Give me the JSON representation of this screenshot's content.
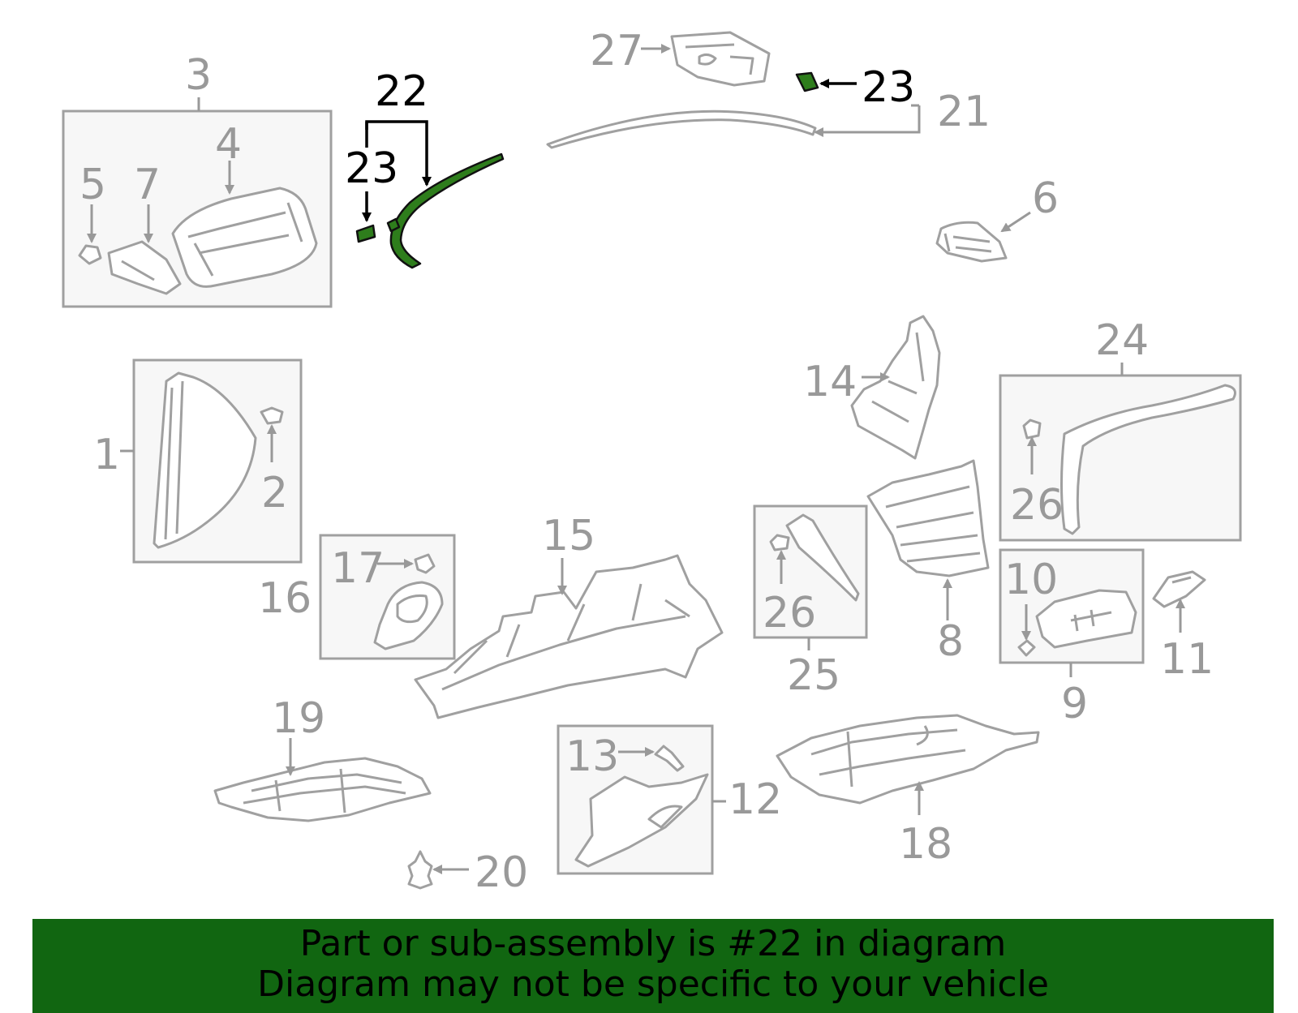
{
  "callouts": {
    "c1": "1",
    "c2": "2",
    "c3": "3",
    "c4": "4",
    "c5": "5",
    "c6": "6",
    "c7": "7",
    "c8": "8",
    "c9": "9",
    "c10": "10",
    "c11": "11",
    "c12": "12",
    "c13": "13",
    "c14": "14",
    "c15": "15",
    "c16": "16",
    "c17": "17",
    "c18": "18",
    "c19": "19",
    "c20": "20",
    "c21": "21",
    "c22": "22",
    "c23a": "23",
    "c23b": "23",
    "c24": "24",
    "c25": "25",
    "c26a": "26",
    "c26b": "26",
    "c27": "27"
  },
  "highlight": {
    "part_number": "22",
    "color": "#2e7d1c"
  },
  "banner": {
    "line1": "Part or sub-assembly is #22 in diagram",
    "line2": "Diagram may not be specific to your vehicle",
    "background": "#116611"
  }
}
